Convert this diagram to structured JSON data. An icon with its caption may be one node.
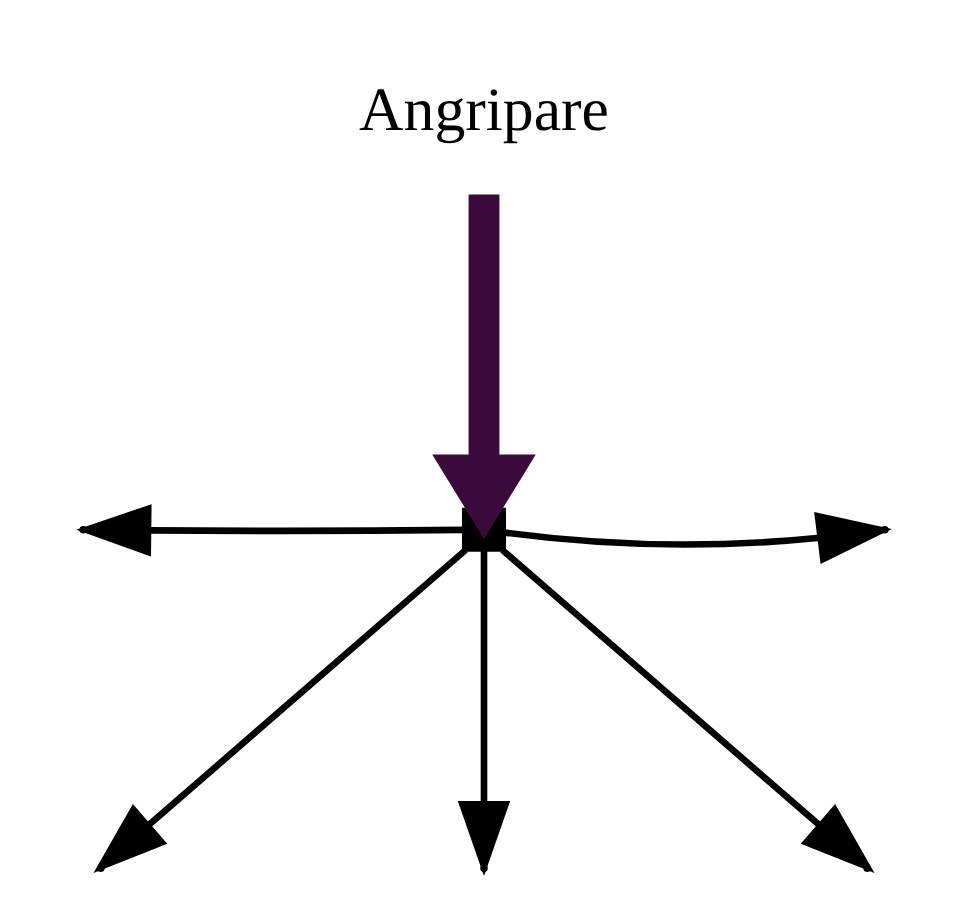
{
  "diagram": {
    "nodes": [
      {
        "text": [
          "Angripare"
        ]
      },
      {
        "text": [],
        "shape": "box"
      }
    ],
    "edges": [
      {
        "from": 0,
        "to": 1,
        "arrow": "to",
        "style": "thick",
        "color": "#3a0a3a"
      },
      {
        "from": 1,
        "to": null,
        "arrow": "to"
      },
      {
        "from": 1,
        "to": null,
        "arrow": "to"
      },
      {
        "from": 1,
        "to": null,
        "arrow": "to"
      },
      {
        "from": 1,
        "to": null,
        "arrow": "to"
      },
      {
        "from": 1,
        "to": null,
        "arrow": "to"
      }
    ]
  }
}
